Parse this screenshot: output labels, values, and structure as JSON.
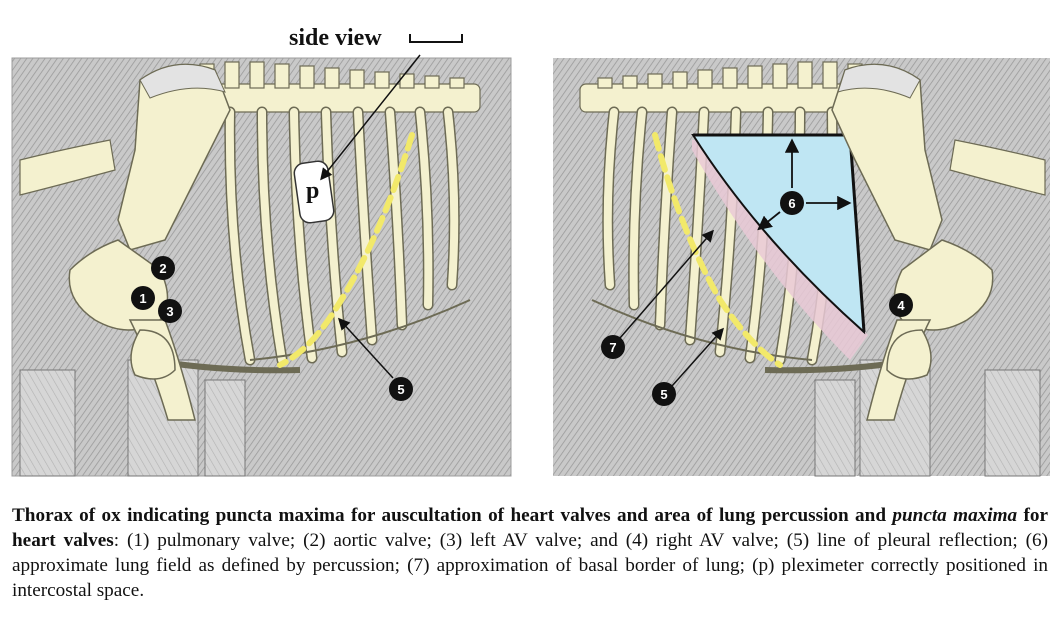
{
  "figure": {
    "side_view_label": "side view",
    "pleximeter_label": "p",
    "markers": {
      "m1": "1",
      "m2": "2",
      "m3": "3",
      "m4": "4",
      "m5_left": "5",
      "m5_right": "5",
      "m6": "6",
      "m7": "7"
    },
    "colors": {
      "bone": "#f4f1cf",
      "bone_outline": "#6d6b55",
      "hatching": "#a8a8a8",
      "skin": "#d9d9d9",
      "pleural_line": "#f2e96a",
      "lung_field": "#bfe6f3",
      "basal_border": "#e9c9d6",
      "marker": "#111111"
    }
  },
  "caption": {
    "bold_intro": "Thorax of ox indicating puncta maxima for auscultation of heart valves and area of lung percussion and ",
    "bold_italic": "puncta maxima",
    "bold_outro": " for heart valves",
    "body": ": (1) pulmonary valve; (2) aortic valve; (3) left AV valve; and (4) right AV valve; (5) line of pleural reflection; (6) approximate lung field as defined by percussion; (7) approximation of basal border of lung; (p) pleximeter correctly positioned in intercostal space."
  }
}
